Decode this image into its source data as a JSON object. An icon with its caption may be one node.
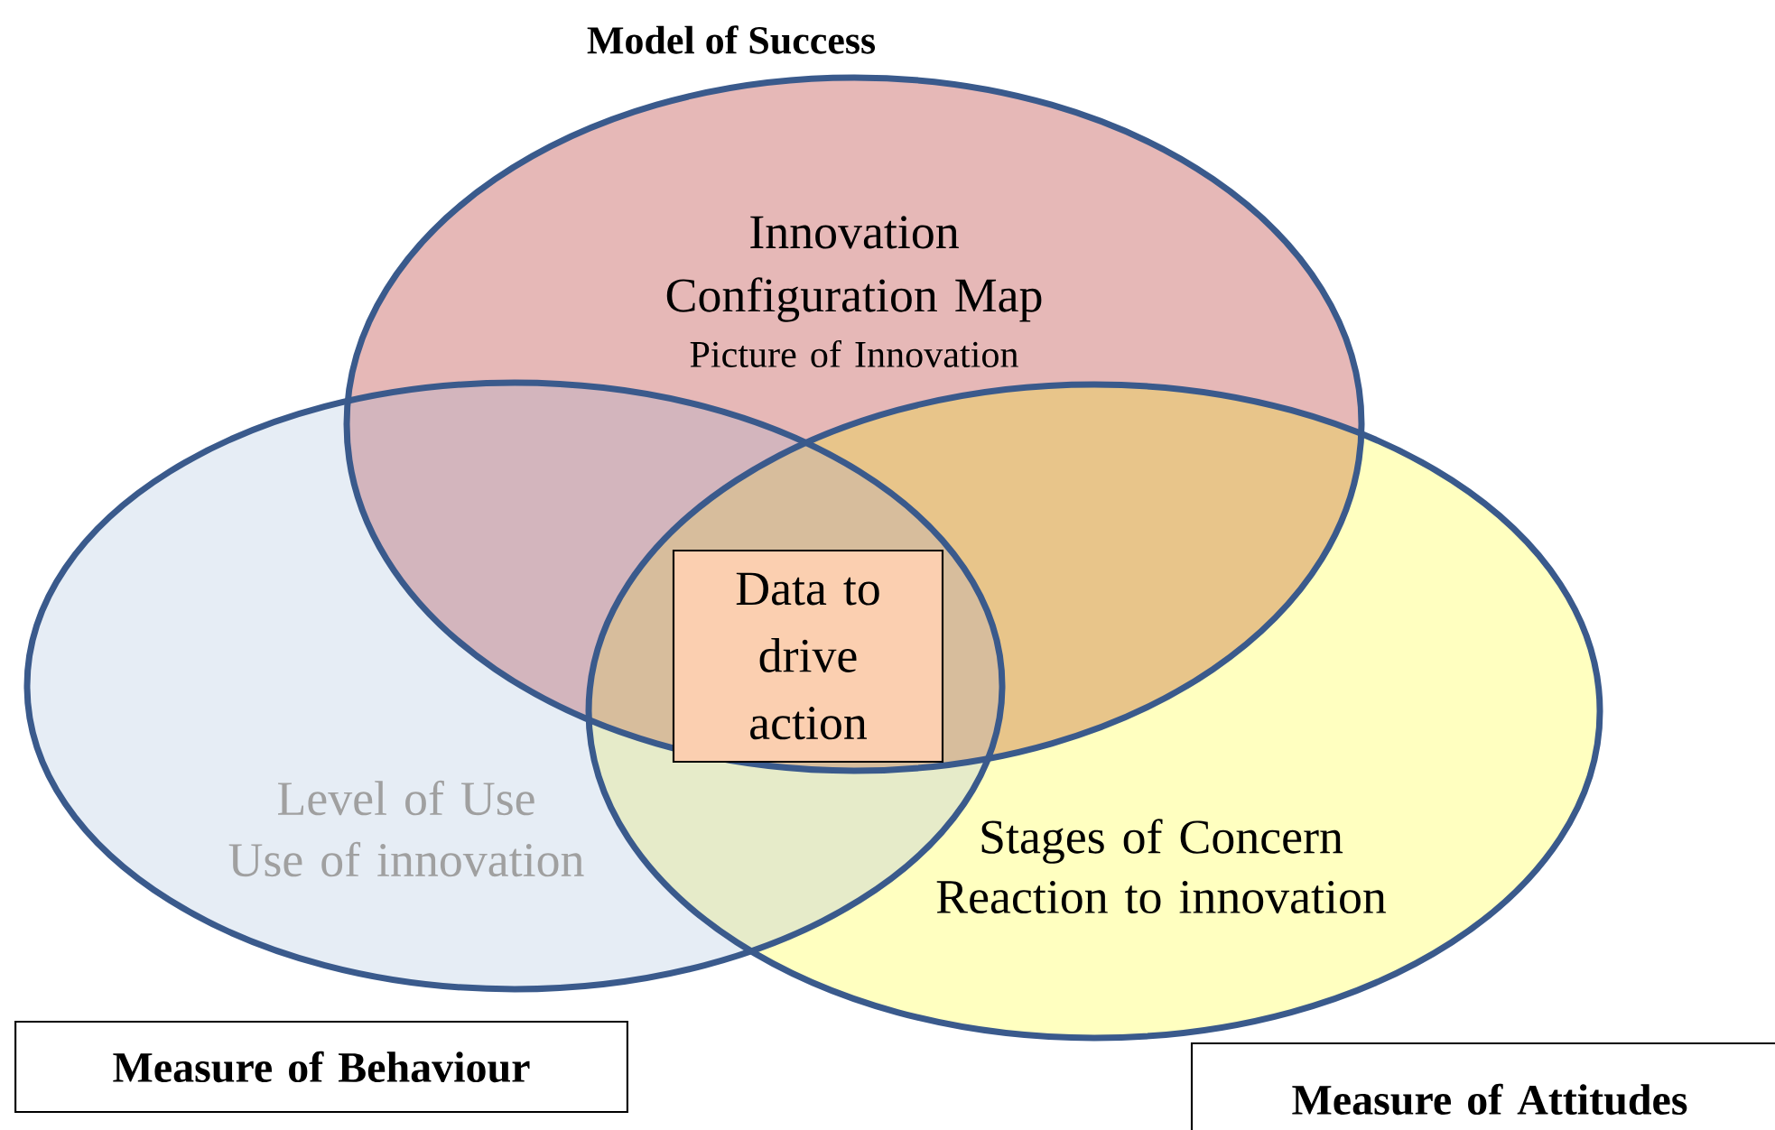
{
  "diagram": {
    "nodes": [
      {
        "text": [
          "Innovation Configuration Map",
          "Picture of Innovation"
        ],
        "beside": [
          "Model of Success"
        ]
      },
      {
        "text": [
          "Level of Use",
          "Use of innovation"
        ]
      },
      {
        "text": [
          "Stages of Concern",
          "Reaction to innovation"
        ]
      },
      {
        "text": [
          "Data to drive action"
        ]
      },
      {
        "text": [
          "Measure of Behaviour"
        ]
      },
      {
        "text": [
          "Measure of Attitudes"
        ]
      }
    ],
    "edges": []
  }
}
